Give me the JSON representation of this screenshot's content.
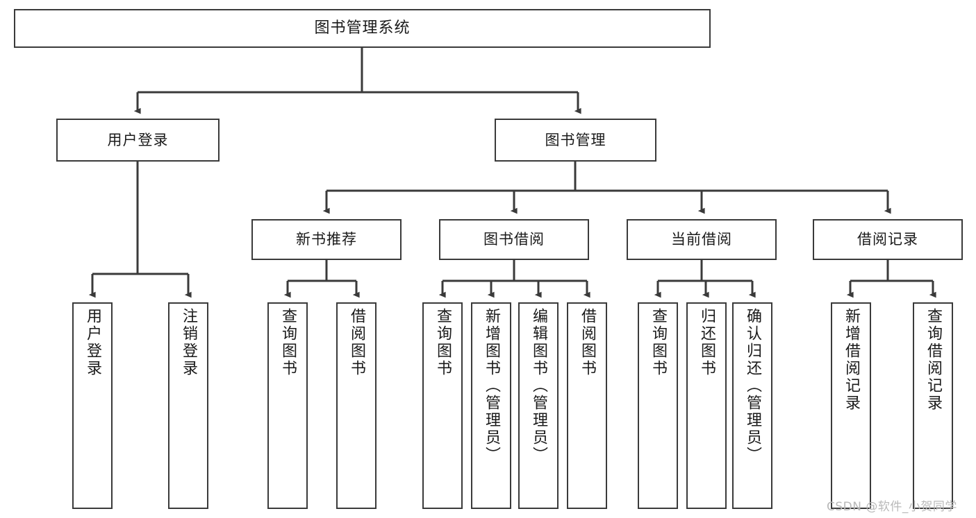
{
  "diagram": {
    "type": "tree",
    "title": "图书管理系统",
    "background": "#ffffff",
    "line_color": "#3a3a3a",
    "text_color": "#1a1a1a",
    "nodes": {
      "root": {
        "label": "图书管理系统",
        "level": 1
      },
      "login": {
        "label": "用户登录",
        "level": 2
      },
      "bookmgmt": {
        "label": "图书管理",
        "level": 2
      },
      "newbook": {
        "label": "新书推荐",
        "level": 3
      },
      "borrow": {
        "label": "图书借阅",
        "level": 3
      },
      "current": {
        "label": "当前借阅",
        "level": 3
      },
      "record": {
        "label": "借阅记录",
        "level": 3
      },
      "leaf_login_1": {
        "label": "用户登录",
        "level": 4
      },
      "leaf_login_2": {
        "label": "注销登录",
        "level": 4
      },
      "leaf_new_1": {
        "label": "查询图书",
        "level": 4
      },
      "leaf_new_2": {
        "label": "借阅图书",
        "level": 4
      },
      "leaf_borrow_1": {
        "label": "查询图书",
        "level": 4
      },
      "leaf_borrow_2": {
        "label": "新增图书（管理员）",
        "level": 4
      },
      "leaf_borrow_3": {
        "label": "编辑图书（管理员）",
        "level": 4
      },
      "leaf_borrow_4": {
        "label": "借阅图书",
        "level": 4
      },
      "leaf_cur_1": {
        "label": "查询图书",
        "level": 4
      },
      "leaf_cur_2": {
        "label": "归还图书",
        "level": 4
      },
      "leaf_cur_3": {
        "label": "确认归还（管理员）",
        "level": 4
      },
      "leaf_rec_1": {
        "label": "新增借阅记录",
        "level": 4
      },
      "leaf_rec_2": {
        "label": "查询借阅记录",
        "level": 4
      }
    },
    "edges": [
      {
        "from": "root",
        "to": "login"
      },
      {
        "from": "root",
        "to": "bookmgmt"
      },
      {
        "from": "login",
        "to": "leaf_login_1"
      },
      {
        "from": "login",
        "to": "leaf_login_2"
      },
      {
        "from": "bookmgmt",
        "to": "newbook"
      },
      {
        "from": "bookmgmt",
        "to": "borrow"
      },
      {
        "from": "bookmgmt",
        "to": "current"
      },
      {
        "from": "bookmgmt",
        "to": "record"
      },
      {
        "from": "newbook",
        "to": "leaf_new_1"
      },
      {
        "from": "newbook",
        "to": "leaf_new_2"
      },
      {
        "from": "borrow",
        "to": "leaf_borrow_1"
      },
      {
        "from": "borrow",
        "to": "leaf_borrow_2"
      },
      {
        "from": "borrow",
        "to": "leaf_borrow_3"
      },
      {
        "from": "borrow",
        "to": "leaf_borrow_4"
      },
      {
        "from": "current",
        "to": "leaf_cur_1"
      },
      {
        "from": "current",
        "to": "leaf_cur_2"
      },
      {
        "from": "current",
        "to": "leaf_cur_3"
      },
      {
        "from": "record",
        "to": "leaf_rec_1"
      },
      {
        "from": "record",
        "to": "leaf_rec_2"
      }
    ]
  },
  "watermark": {
    "text": "CSDN @软件_小贺同学"
  }
}
